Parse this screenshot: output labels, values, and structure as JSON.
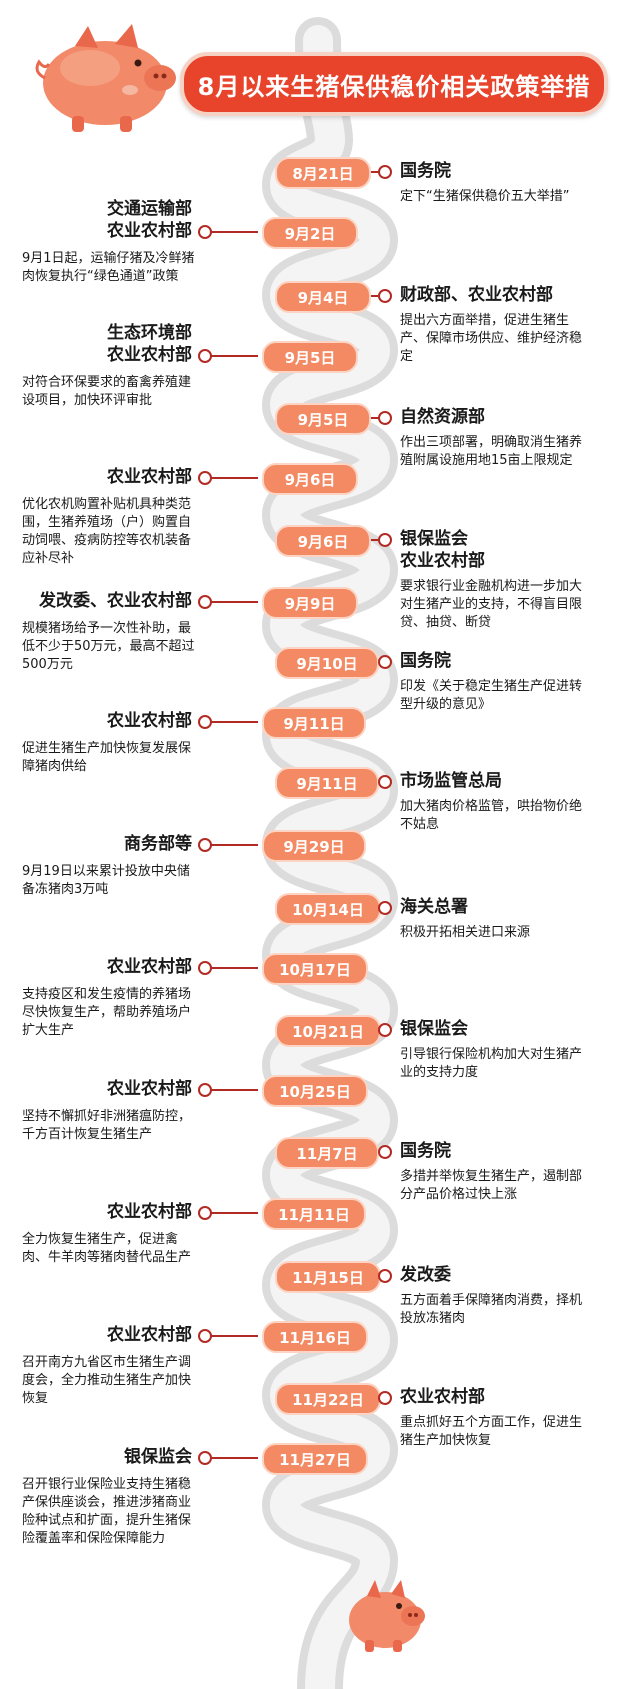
{
  "title": "8月以来生猪保供稳价相关政策举措",
  "colors": {
    "title_bg": "#e8432b",
    "date_pill": "#f38a63",
    "connector": "#b22a22",
    "road": "#d9d9d9"
  },
  "icons": [
    "pig-mascot-icon",
    "pig-mascot-small-icon"
  ],
  "events": [
    {
      "date": "8月21日",
      "agency": "国务院",
      "desc": "定下“生猪保供稳价五大举措”"
    },
    {
      "date": "9月2日",
      "agency": "交通运输部 农业农村部",
      "desc": "9月1日起，运输仔猪及冷鲜猪肉恢复执行“绿色通道”政策"
    },
    {
      "date": "9月4日",
      "agency": "财政部、农业农村部",
      "desc": "提出六方面举措，促进生猪生产、保障市场供应、维护经济稳定"
    },
    {
      "date": "9月5日",
      "agency": "生态环境部 农业农村部",
      "desc": "对符合环保要求的畜禽养殖建设项目，加快环评审批"
    },
    {
      "date": "9月5日",
      "agency": "自然资源部",
      "desc": "作出三项部署，明确取消生猪养殖附属设施用地15亩上限规定"
    },
    {
      "date": "9月6日",
      "agency": "农业农村部",
      "desc": "优化农机购置补贴机具种类范围，生猪养殖场（户）购置自动饲喂、疫病防控等农机装备应补尽补"
    },
    {
      "date": "9月6日",
      "agency": "银保监会 农业农村部",
      "desc": "要求银行业金融机构进一步加大对生猪产业的支持，不得盲目限贷、抽贷、断贷"
    },
    {
      "date": "9月9日",
      "agency": "发改委、农业农村部",
      "desc": "规模猪场给予一次性补助，最低不少于50万元，最高不超过500万元"
    },
    {
      "date": "9月10日",
      "agency": "国务院",
      "desc": "印发《关于稳定生猪生产促进转型升级的意见》"
    },
    {
      "date": "9月11日",
      "agency": "农业农村部",
      "desc": "促进生猪生产加快恢复发展保障猪肉供给"
    },
    {
      "date": "9月11日",
      "agency": "市场监管总局",
      "desc": "加大猪肉价格监管，哄抬物价绝不姑息"
    },
    {
      "date": "9月29日",
      "agency": "商务部等",
      "desc": "9月19日以来累计投放中央储备冻猪肉3万吨"
    },
    {
      "date": "10月14日",
      "agency": "海关总署",
      "desc": "积极开拓相关进口来源"
    },
    {
      "date": "10月17日",
      "agency": "农业农村部",
      "desc": "支持疫区和发生疫情的养猪场尽快恢复生产，帮助养殖场户扩大生产"
    },
    {
      "date": "10月21日",
      "agency": "银保监会",
      "desc": "引导银行保险机构加大对生猪产业的支持力度"
    },
    {
      "date": "10月25日",
      "agency": "农业农村部",
      "desc": "坚持不懈抓好非洲猪瘟防控，千方百计恢复生猪生产"
    },
    {
      "date": "11月7日",
      "agency": "国务院",
      "desc": "多措并举恢复生猪生产，遏制部分产品价格过快上涨"
    },
    {
      "date": "11月11日",
      "agency": "农业农村部",
      "desc": "全力恢复生猪生产，促进禽肉、牛羊肉等猪肉替代品生产"
    },
    {
      "date": "11月15日",
      "agency": "发改委",
      "desc": "五方面着手保障猪肉消费，择机投放冻猪肉"
    },
    {
      "date": "11月16日",
      "agency": "农业农村部",
      "desc": "召开南方九省区市生猪生产调度会，全力推动生猪生产加快恢复"
    },
    {
      "date": "11月22日",
      "agency": "农业农村部",
      "desc": "重点抓好五个方面工作，促进生猪生产加快恢复"
    },
    {
      "date": "11月27日",
      "agency": "银保监会",
      "desc": "召开银行业保险业支持生猪稳产保供座谈会，推进涉猪商业险种试点和扩面，提升生猪保险覆盖率和保险保障能力"
    }
  ]
}
